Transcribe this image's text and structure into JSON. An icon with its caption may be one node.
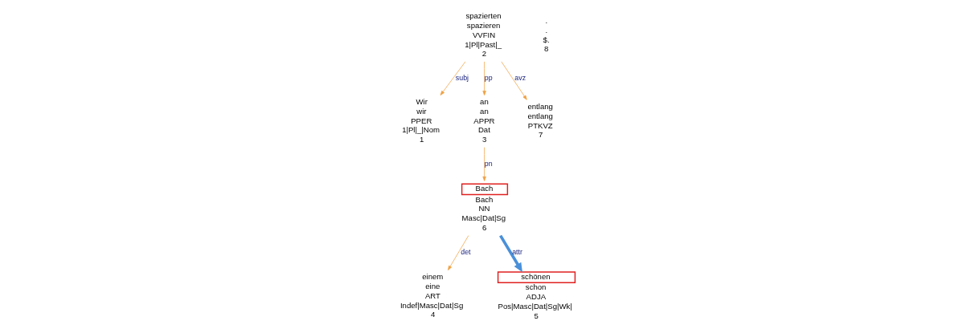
{
  "diagram": {
    "nodes": [
      {
        "text": [
          "Wir",
          "wir",
          "PPER",
          "1|Pl|_|Nom",
          "1"
        ]
      },
      {
        "text": [
          "spazierten",
          "spazieren",
          "VVFIN",
          "1|Pl|Past|_",
          "2"
        ]
      },
      {
        "text": [
          "an",
          "an",
          "APPR",
          "Dat",
          "3"
        ]
      },
      {
        "text": [
          "einem",
          "eine",
          "ART",
          "Indef|Masc|Dat|Sg",
          "4"
        ]
      },
      {
        "text": [
          "schönen",
          "schon",
          "ADJA",
          "Pos|Masc|Dat|Sg|Wk|",
          "5"
        ]
      },
      {
        "text": [
          "Bach",
          "Bach",
          "NN",
          "Masc|Dat|Sg",
          "6"
        ]
      },
      {
        "text": [
          "entlang",
          "entlang",
          "PTKVZ",
          "7"
        ]
      },
      {
        "text": [
          ".",
          ".",
          "$.",
          "8"
        ]
      }
    ],
    "edges": [
      {
        "from": 1,
        "to": 0,
        "arrow": "to",
        "label": "subj"
      },
      {
        "from": 1,
        "to": 2,
        "arrow": "to",
        "label": "pp"
      },
      {
        "from": 1,
        "to": 6,
        "arrow": "to",
        "label": "avz"
      },
      {
        "from": 2,
        "to": 5,
        "arrow": "to",
        "label": "pn"
      },
      {
        "from": 5,
        "to": 3,
        "arrow": "to",
        "label": "det"
      },
      {
        "from": 5,
        "to": 4,
        "arrow": "to",
        "label": "attr",
        "style": "thick",
        "color": "#4a90d9"
      }
    ]
  }
}
